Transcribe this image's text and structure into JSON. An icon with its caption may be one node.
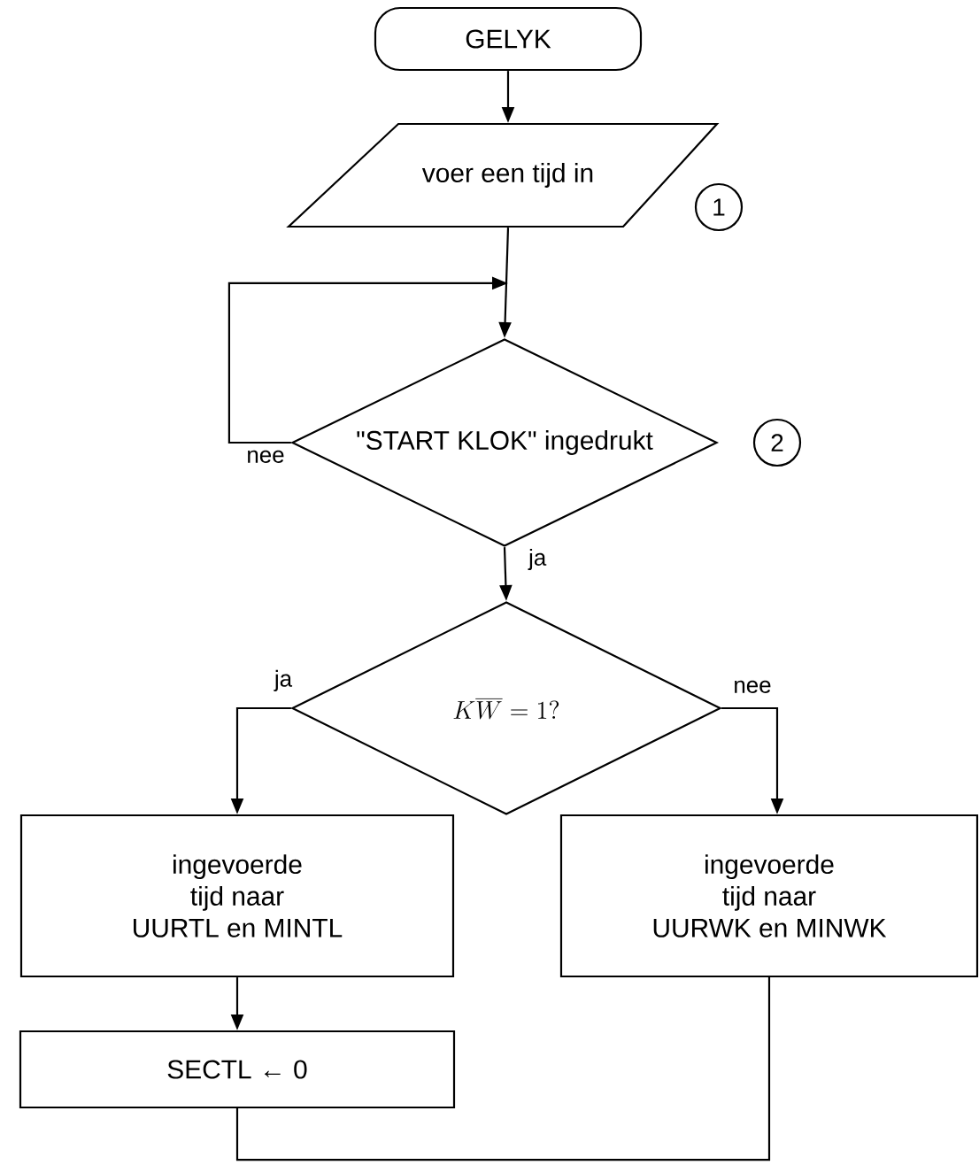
{
  "diagram": {
    "nodes": [
      {
        "text": [
          "GELYK"
        ]
      },
      {
        "text": [
          "voer een tijd in"
        ],
        "beside": [
          "1"
        ]
      },
      {
        "text": [
          "\"START KLOK\" ingedrukt"
        ],
        "beside": [
          "2"
        ]
      },
      {
        "text": [
          "K\\overline{W}=1?"
        ]
      },
      {
        "text": [
          "ingevoerde tijd naar UURTL en MINTL"
        ]
      },
      {
        "text": [
          "ingevoerde tijd naar UURWK en MINWK"
        ]
      },
      {
        "text": [
          "SECTL ← 0"
        ]
      }
    ],
    "edges": [
      {
        "from": 0,
        "to": 1,
        "arrow": "to"
      },
      {
        "from": 1,
        "to": 2,
        "arrow": "to"
      },
      {
        "from": 2,
        "to": 2,
        "arrow": "to",
        "label": "nee"
      },
      {
        "from": 2,
        "to": 3,
        "arrow": "to",
        "label": "ja"
      },
      {
        "from": 3,
        "to": 4,
        "arrow": "to",
        "label": "ja"
      },
      {
        "from": 3,
        "to": 5,
        "arrow": "to",
        "label": "nee"
      },
      {
        "from": 4,
        "to": 6,
        "arrow": "to"
      },
      {
        "from": 6,
        "to": 5,
        "arrow": "none"
      }
    ]
  }
}
